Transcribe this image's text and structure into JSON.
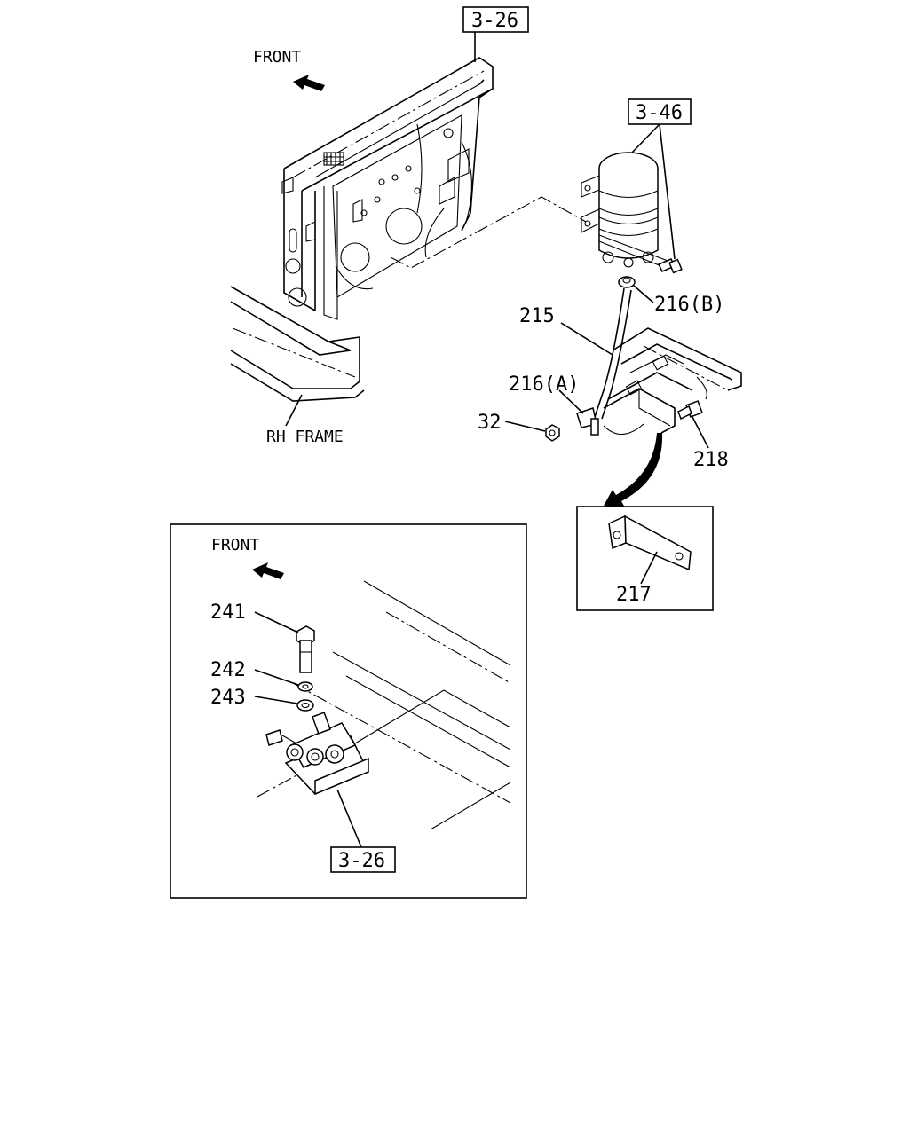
{
  "main_view": {
    "front_label": "FRONT",
    "frame_label": "RH FRAME",
    "ref_top": "3-26",
    "ref_tank": "3-46",
    "callouts": {
      "p215": "215",
      "p216b": "216(B)",
      "p216a": "216(A)",
      "p32": "32",
      "p218": "218"
    }
  },
  "bracket_detail": {
    "callout": "217"
  },
  "inset_view": {
    "front_label": "FRONT",
    "callouts": {
      "p241": "241",
      "p242": "242",
      "p243": "243"
    },
    "ref_bottom": "3-26"
  }
}
